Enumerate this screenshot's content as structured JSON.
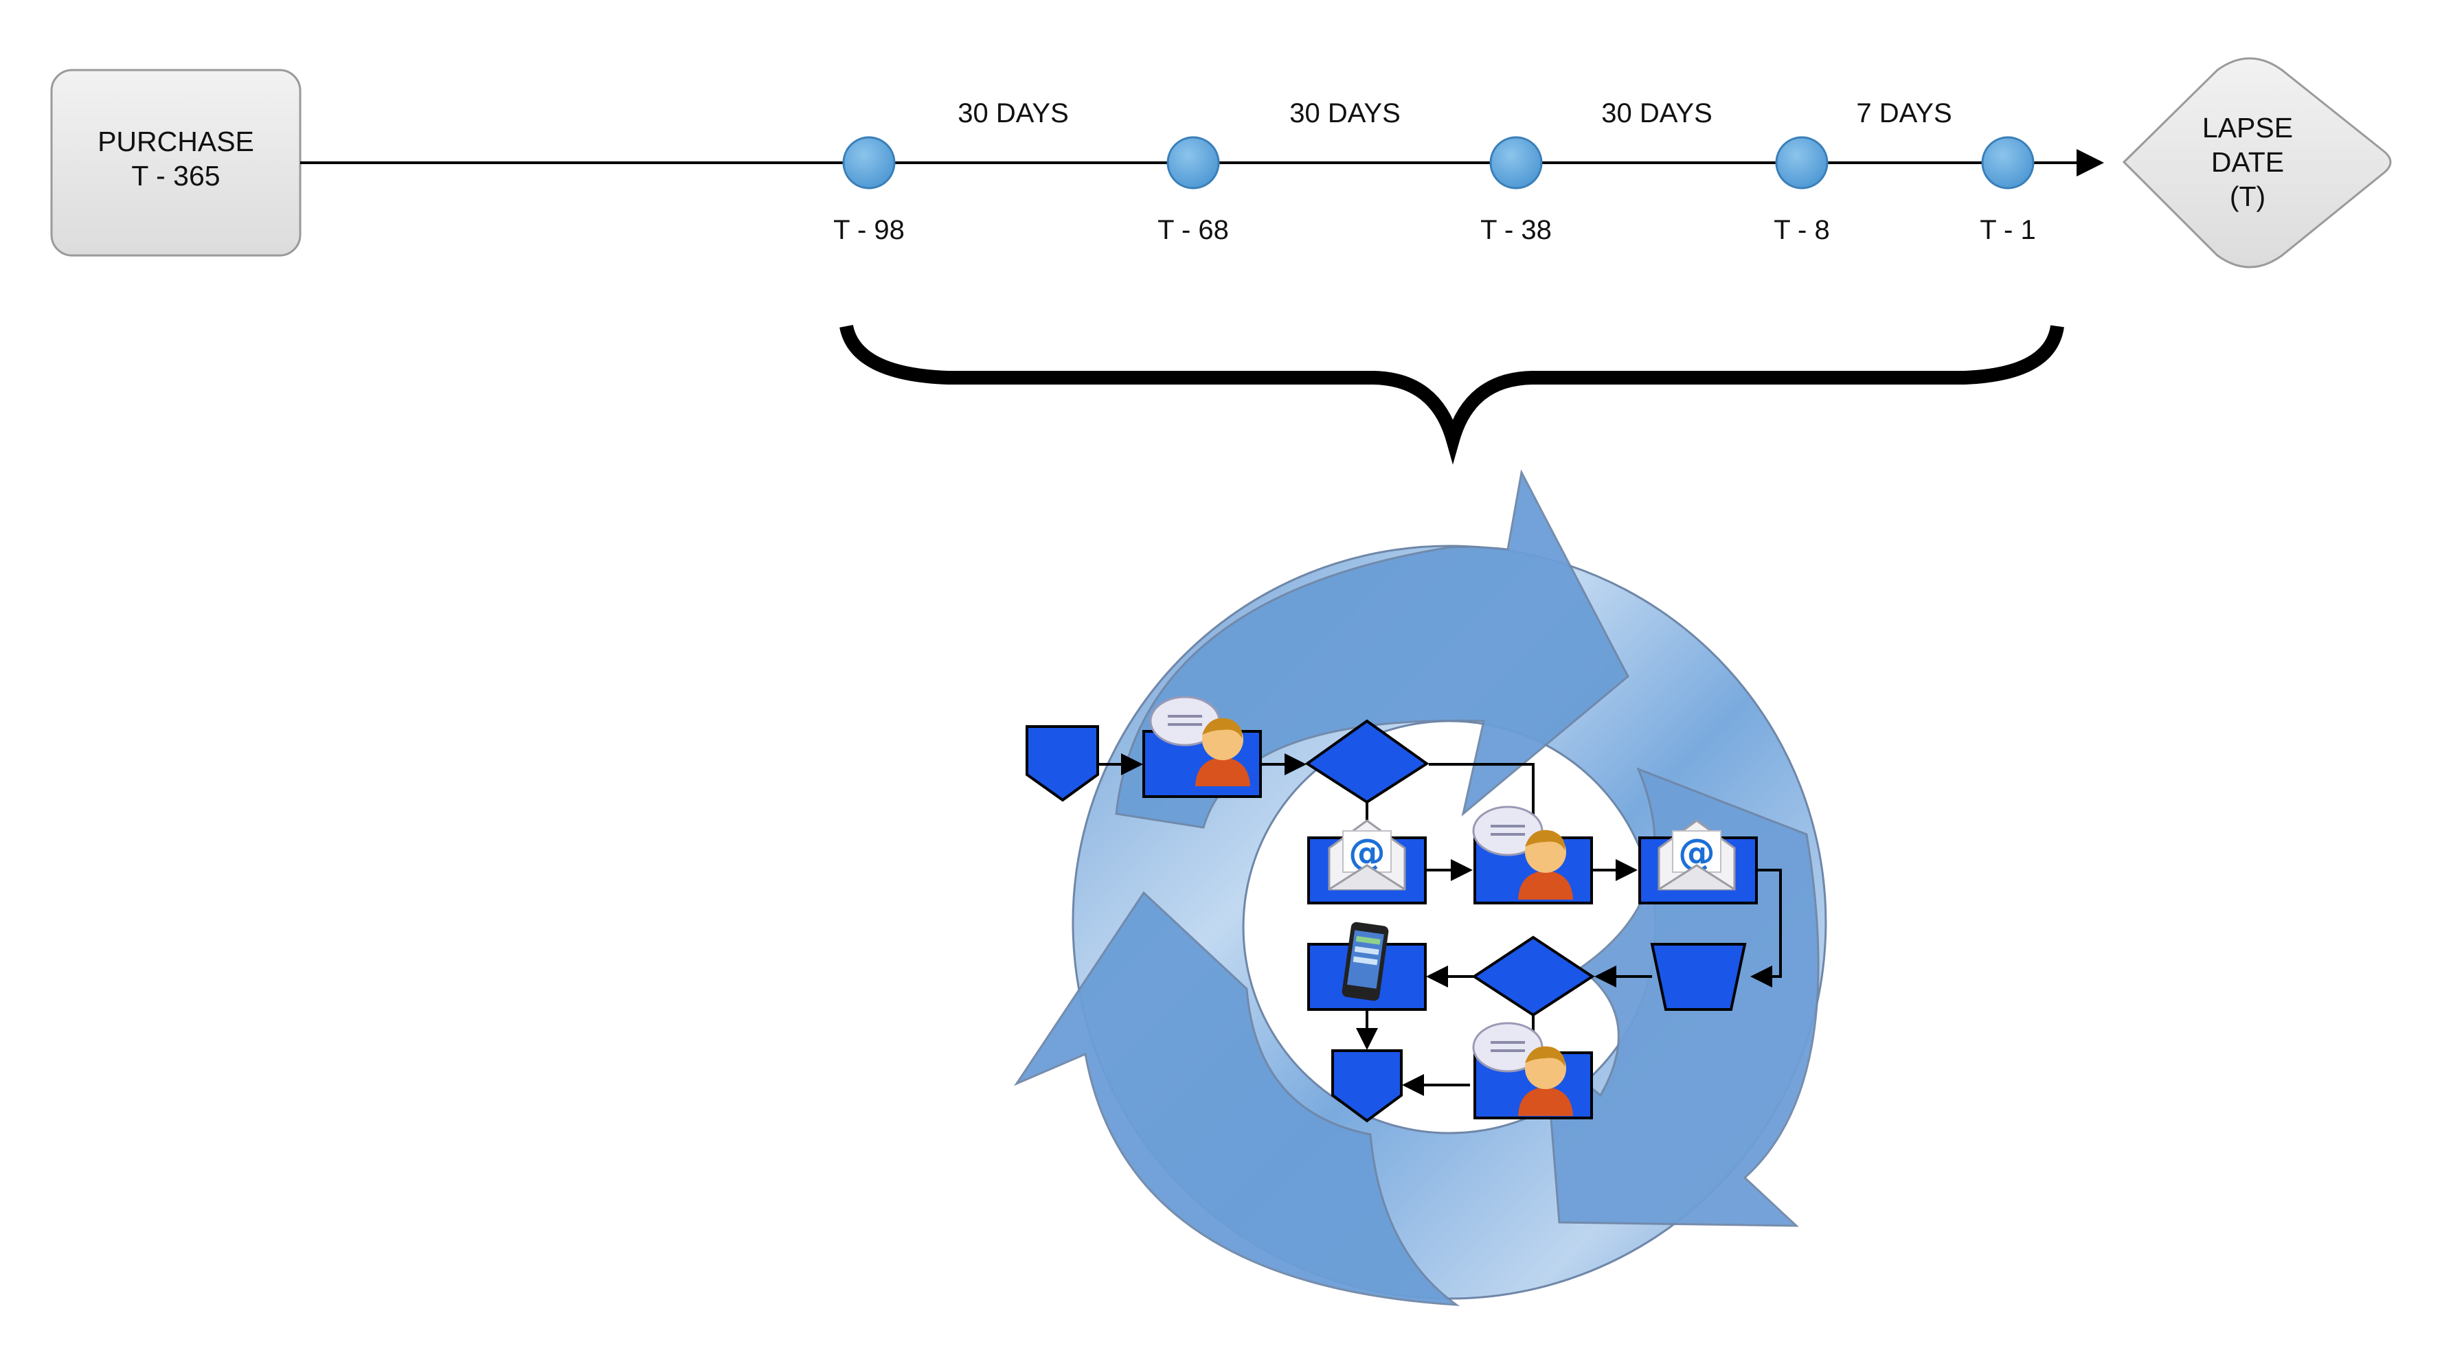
{
  "purchase": {
    "line1": "PURCHASE",
    "line2": "T - 365"
  },
  "lapse": {
    "line1": "LAPSE",
    "line2": "DATE",
    "line3": "(T)"
  },
  "milestones": [
    {
      "label": "T - 98"
    },
    {
      "label": "T - 68"
    },
    {
      "label": "T - 38"
    },
    {
      "label": "T - 8"
    },
    {
      "label": "T - 1"
    }
  ],
  "intervals": [
    {
      "label": "30 DAYS"
    },
    {
      "label": "30 DAYS"
    },
    {
      "label": "30 DAYS"
    },
    {
      "label": "7 DAYS"
    }
  ],
  "colors": {
    "node_blue": "#1a56e8",
    "milestone_blue": "#5fa8dc",
    "cycle_dark": "#6aa0d8",
    "cycle_light": "#b9d4ef",
    "box_fill": "#e8e8e8"
  },
  "workflow_icons": [
    "chat-person-icon",
    "email-icon",
    "chat-person-icon",
    "email-icon",
    "mobile-phone-icon",
    "chat-person-icon"
  ]
}
